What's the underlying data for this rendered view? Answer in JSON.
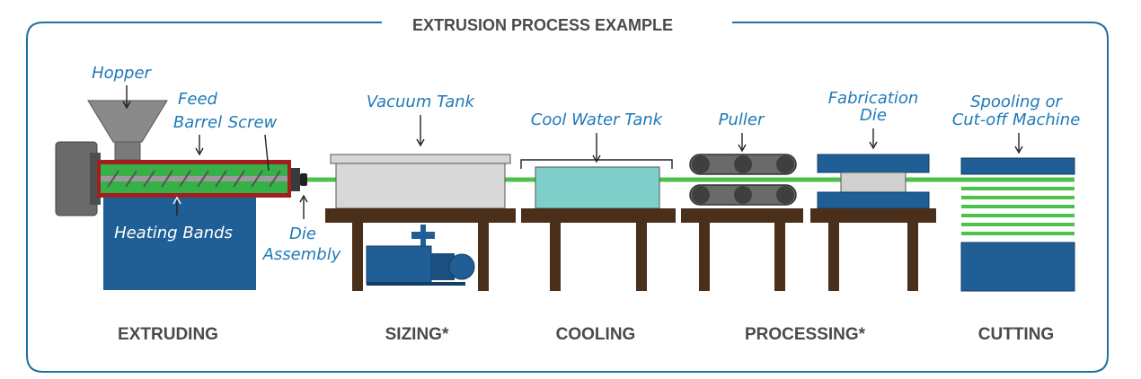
{
  "title": "EXTRUSION PROCESS EXAMPLE",
  "callouts": {
    "hopper": "Hopper",
    "feed": "Feed",
    "barrel": "Barrel",
    "screw": "Screw",
    "heating_bands": "Heating Bands",
    "die_line1": "Die",
    "die_line2": "Assembly",
    "vacuum_tank": "Vacuum Tank",
    "cool_water_tank": "Cool Water Tank",
    "puller": "Puller",
    "fabrication_line1": "Fabrication",
    "fabrication_line2": "Die",
    "spooling_line1": "Spooling or",
    "spooling_line2": "Cut-off Machine"
  },
  "stages": [
    "EXTRUDING",
    "SIZING*",
    "COOLING",
    "PROCESSING*",
    "CUTTING"
  ],
  "colors": {
    "frame": "#1f6fa3",
    "label": "#1f7ab8",
    "machine_blue": "#1f5f96",
    "wood": "#4a2f1b",
    "profile_green": "#4cc24a",
    "water": "#7fcfca",
    "steel": "#d0d0d0"
  }
}
